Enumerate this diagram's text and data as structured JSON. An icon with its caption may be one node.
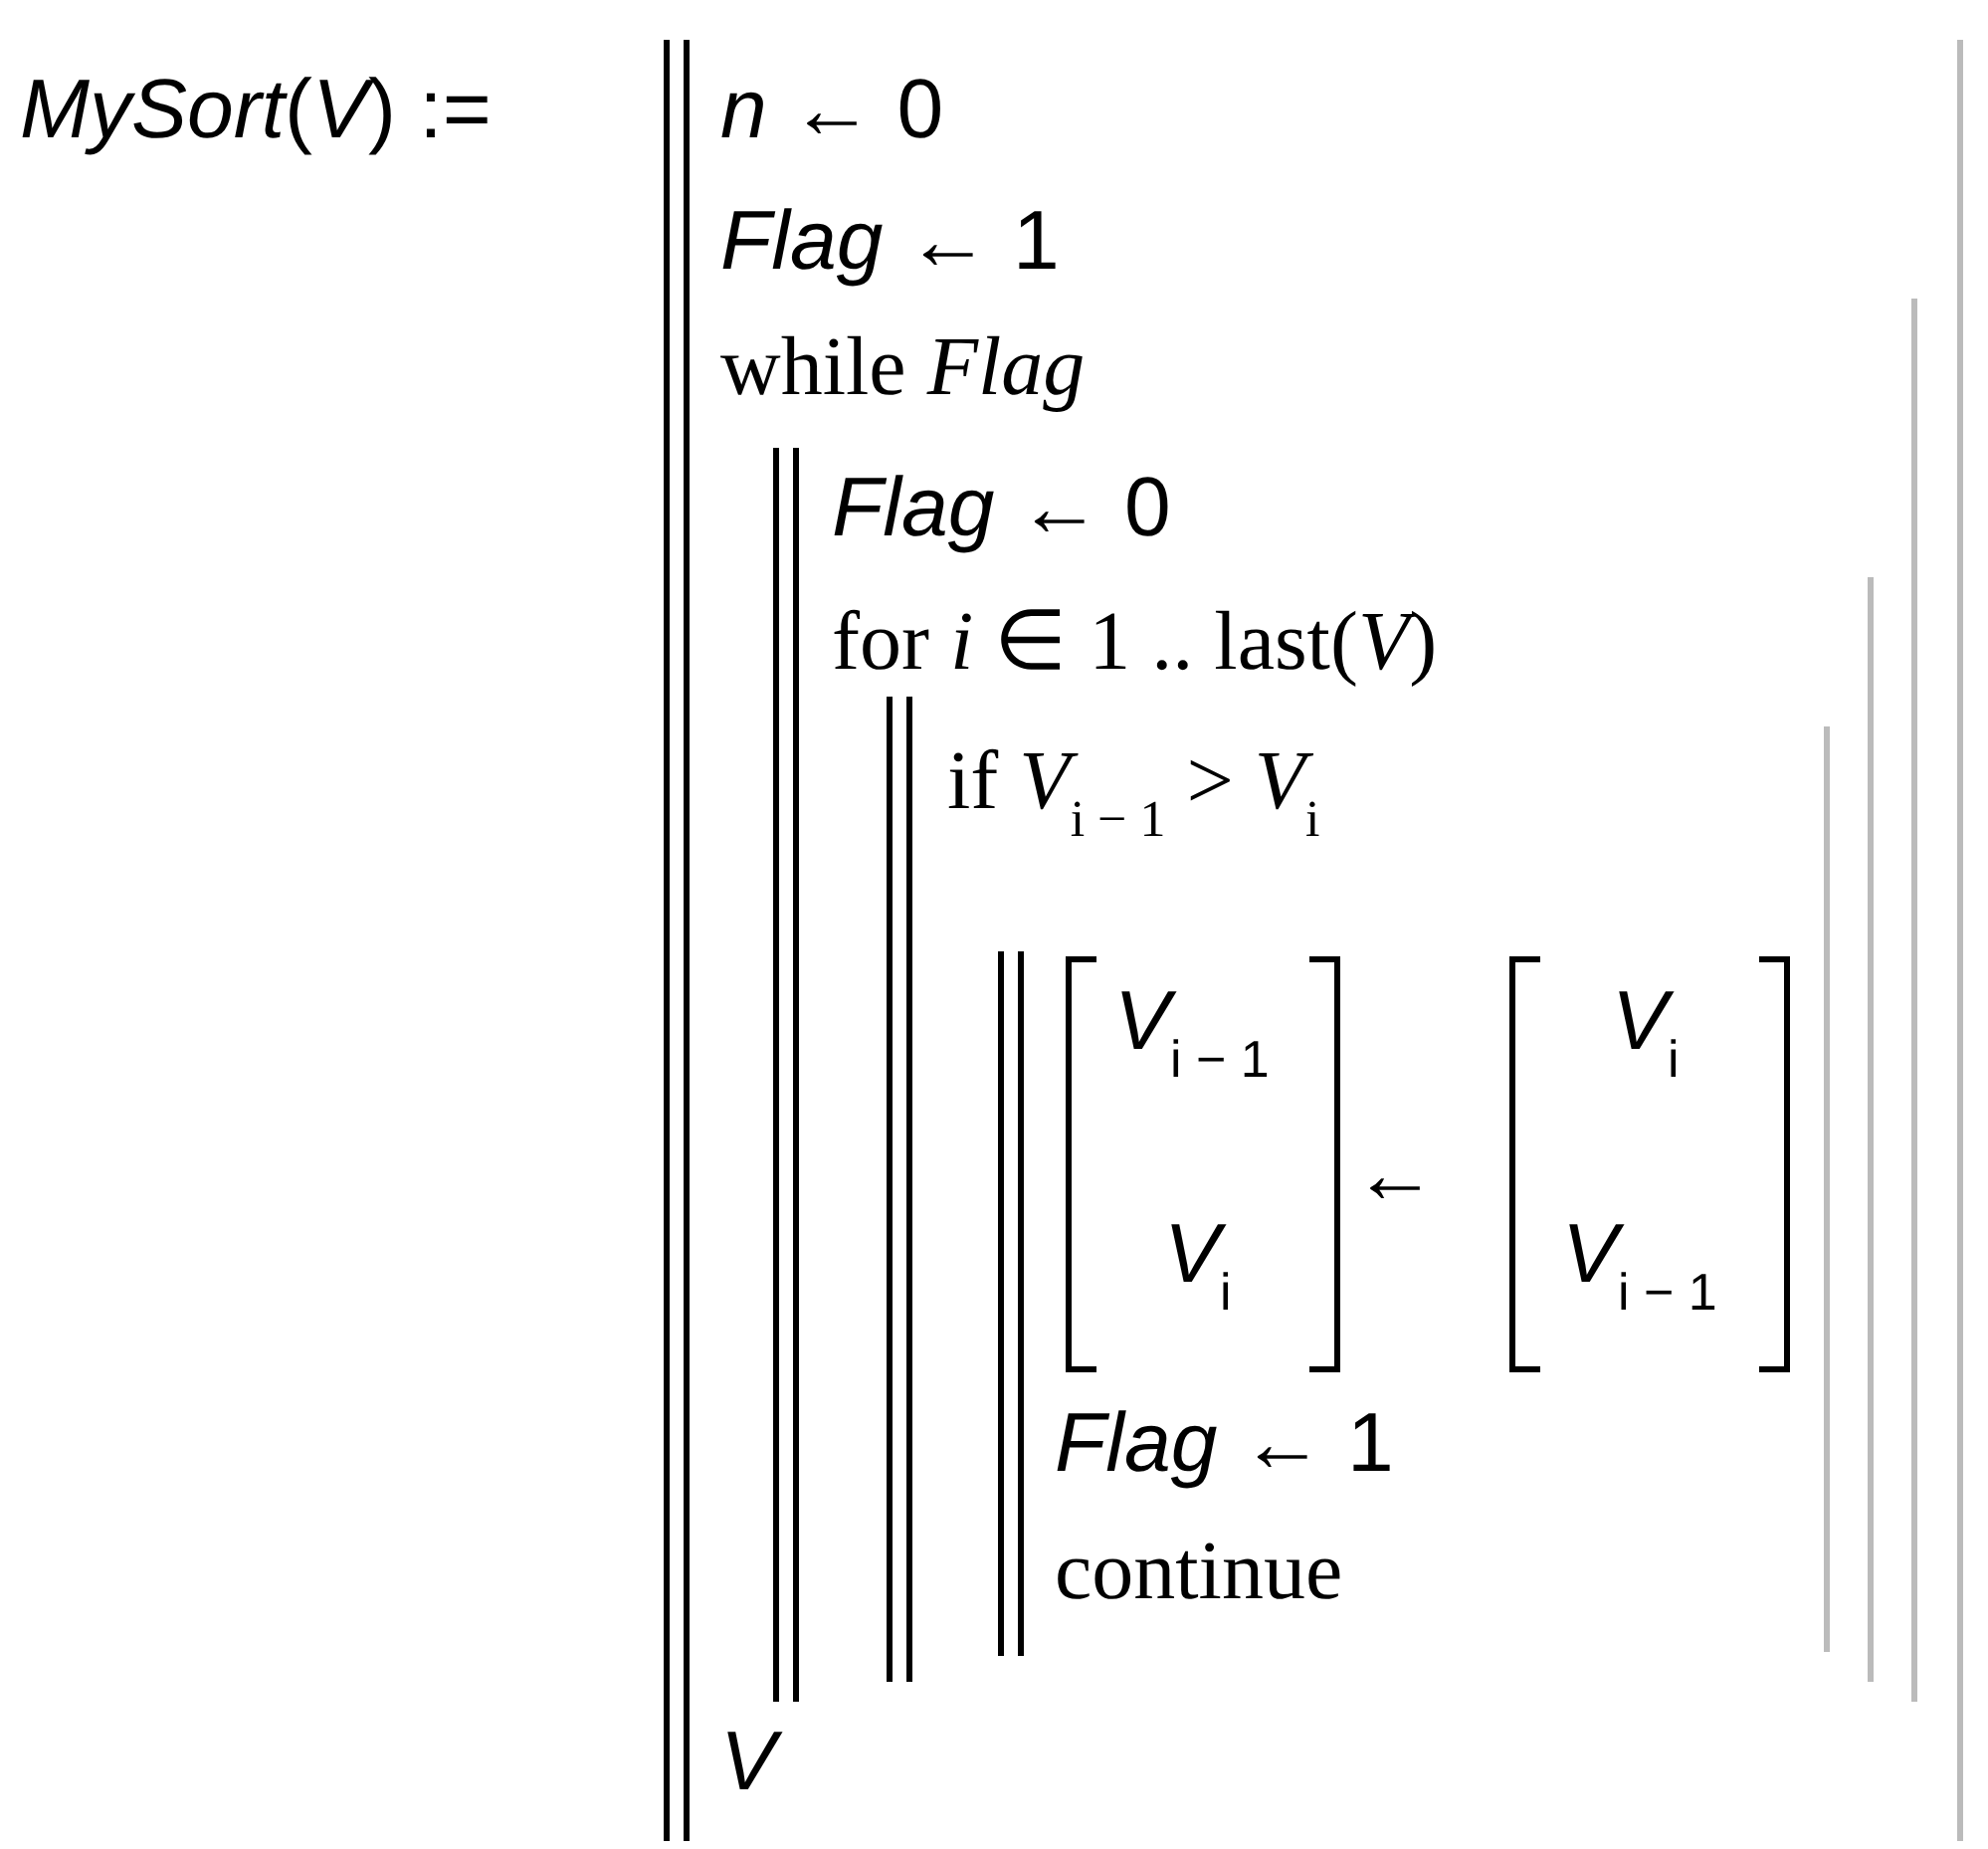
{
  "diagram": {
    "labels": [
      "*MySort*(*V*) :=",
      "*n* ← 0",
      "*Flag* ← 1",
      "while *Flag*",
      "*Flag* ← 0",
      "for *i* ∈ 1 .. last(*V*)",
      "if *V*$_{i − 1}$ > *V*$_{i}$",
      "*V*$_{i − 1}$",
      "*V*$_{i}$",
      "←",
      "*V*$_{i}$",
      "*V*$_{i − 1}$",
      "*Flag* ← 1",
      "continue",
      "*V*"
    ]
  }
}
